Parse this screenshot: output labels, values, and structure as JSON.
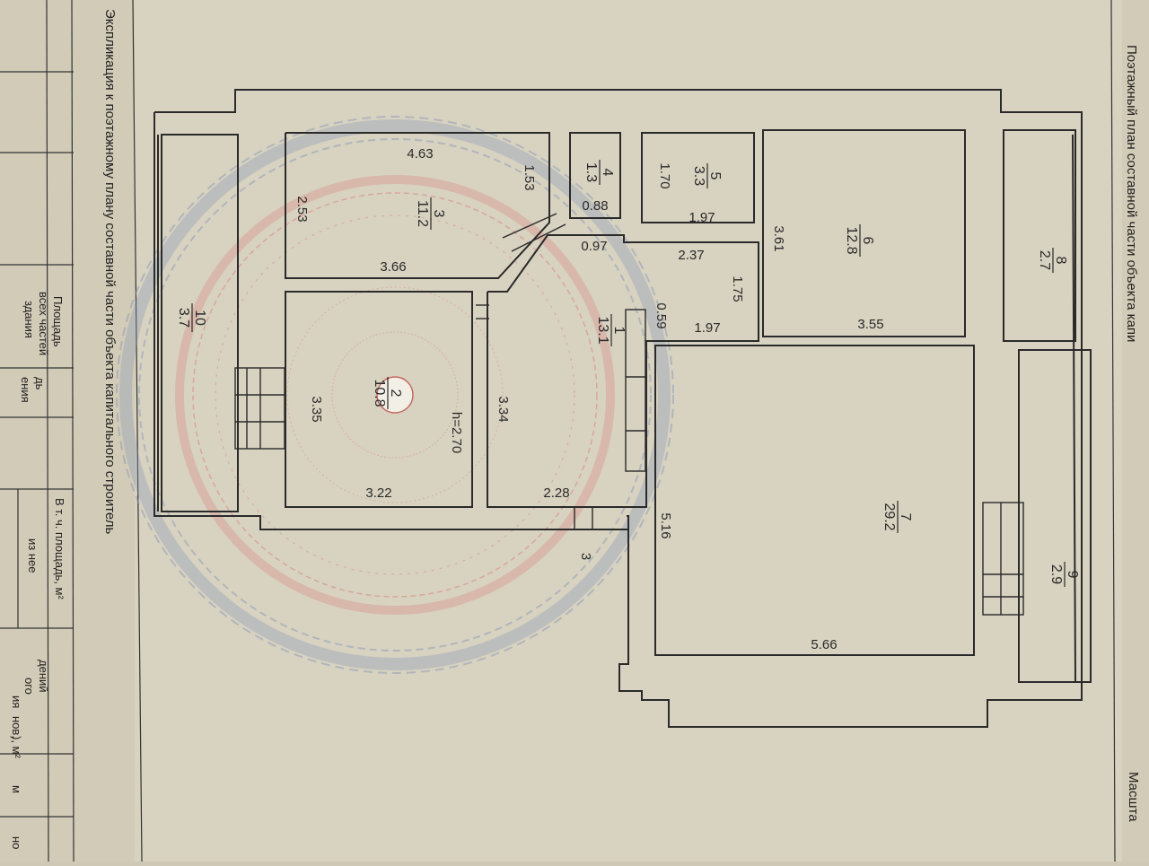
{
  "document": {
    "left_caption": "Экспликация к поэтажному плану составной части объекта капитального строитель",
    "right_caption": "Поэтажный план составной части объекта капи",
    "scale_label": "Масшта"
  },
  "table_fragments": {
    "area_all_parts_1": "Площадь",
    "area_all_parts_2": "всех частей",
    "area_all_parts_3": "здания",
    "frag_dl": "дь",
    "frag_enia": "ения",
    "incl_area": "В т. ч. площадь, м²",
    "frag_iz_nee": "из нее",
    "frag_denii": "дений",
    "frag_ogo": "ого",
    "frag_ia": "ия",
    "frag_nov": "нов,",
    "frag_m2": "), м²",
    "frag_m": "м",
    "frag_no": "но"
  },
  "rooms": [
    {
      "num": "1",
      "area": "13.1"
    },
    {
      "num": "2",
      "area": "10.8"
    },
    {
      "num": "3",
      "area": "11.2"
    },
    {
      "num": "4",
      "area": "1.3"
    },
    {
      "num": "5",
      "area": "3.3"
    },
    {
      "num": "6",
      "area": "12.8"
    },
    {
      "num": "7",
      "area": "29.2"
    },
    {
      "num": "8",
      "area": "2.7"
    },
    {
      "num": "9",
      "area": "2.9"
    },
    {
      "num": "10",
      "area": "3.7"
    }
  ],
  "dims": {
    "r3_top": "4.63",
    "r3_left": "2.53",
    "r3_bottom": "3.66",
    "r3_right": "1.53",
    "r4_w": "0.88",
    "r5_h": "1.70",
    "r5_w": "1.97",
    "d_097": "0.97",
    "corr_237": "2.37",
    "corr_175": "1.75",
    "corr_059": "0.59",
    "corr_197": "1.97",
    "r6_h": "3.61",
    "r6_w": "3.55",
    "r2_left": "3.35",
    "r2_right": "3.34",
    "r2_bottom": "3.22",
    "height": "h=2.70",
    "r1_bottom": "2.28",
    "mark_3": "3",
    "r7_h": "5.16",
    "r7_w": "5.66"
  }
}
